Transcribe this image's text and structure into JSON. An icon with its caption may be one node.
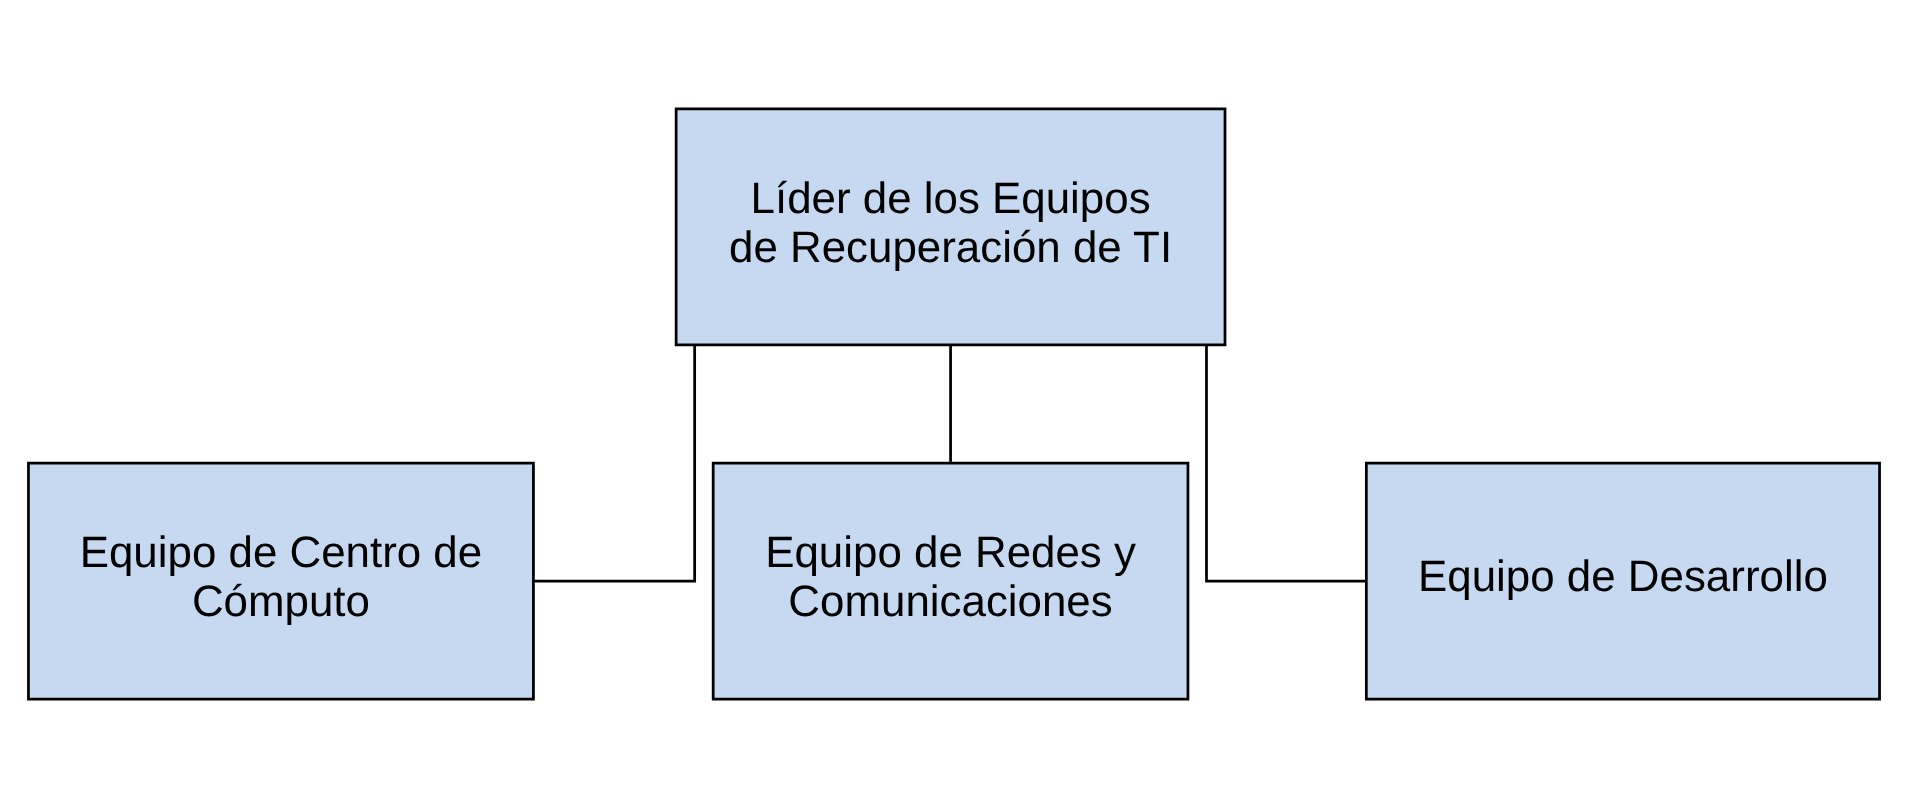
{
  "diagram": {
    "nodes": [
      {
        "text": [
          "Líder de los Equipos de Recuperación de TI"
        ]
      },
      {
        "text": [
          "Equipo de Centro de Cómputo"
        ]
      },
      {
        "text": [
          "Equipo de Redes y Comunicaciones"
        ]
      },
      {
        "text": [
          "Equipo de Desarrollo"
        ]
      }
    ],
    "edges": [
      {
        "from": 0,
        "to": 1,
        "arrow": "none"
      },
      {
        "from": 0,
        "to": 2,
        "arrow": "none"
      },
      {
        "from": 0,
        "to": 3,
        "arrow": "none"
      }
    ]
  }
}
